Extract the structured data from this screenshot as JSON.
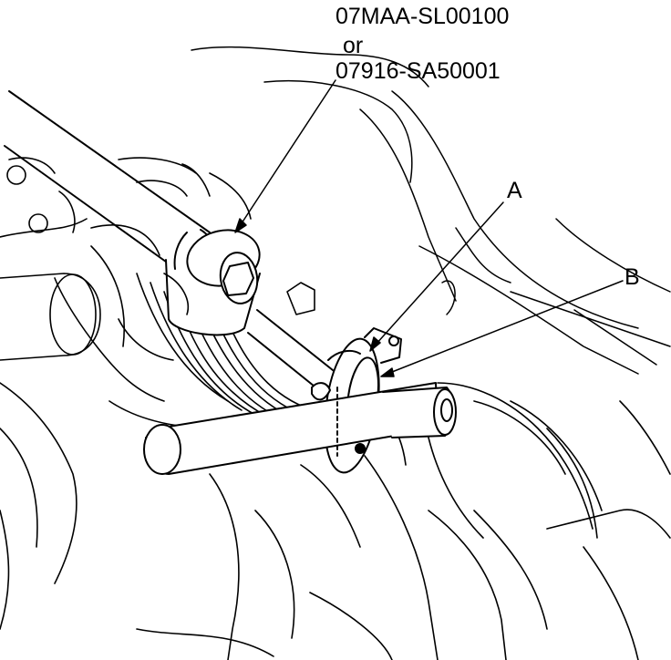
{
  "illustration": {
    "tool_callout": {
      "line1": "07MAA-SL00100",
      "line2": "or",
      "line3": "07916-SA50001"
    },
    "callout_a": "A",
    "callout_b": "B",
    "ink_color": "#000000",
    "paper_color": "#ffffff"
  }
}
